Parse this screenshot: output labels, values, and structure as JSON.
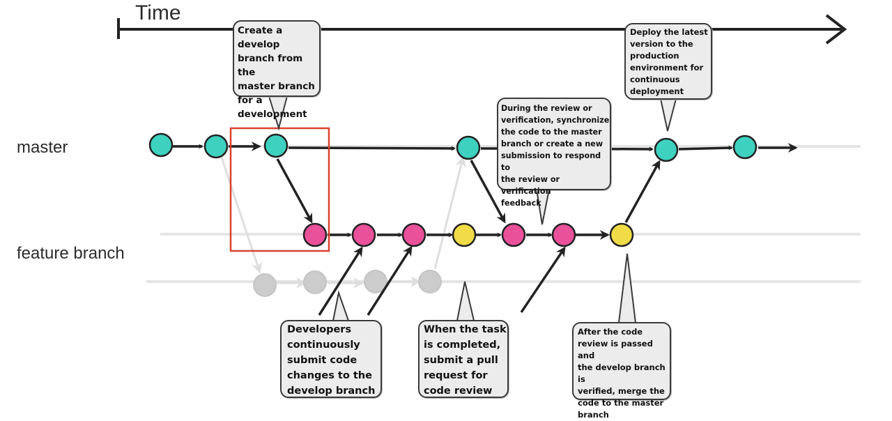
{
  "diagram": {
    "time_label": "Time",
    "lanes": {
      "master": "master",
      "feature": "feature branch"
    },
    "callouts": {
      "create_develop": "Create a develop\nbranch from the\nmaster branch\nfor a\ndevelopment",
      "deploy": "Deploy the latest\nversion to the\nproduction\nenvironment for\ncontinuous\ndeployment",
      "review_sync": "During the review or\nverification, synchronize\nthe code to the master\nbranch or create a new\nsubmission to respond to\nthe review or verification\nfeedback",
      "continuous_submit": "Developers\ncontinuously\nsubmit code\nchanges to the\ndevelop branch",
      "pull_request": "When the task\nis completed,\nsubmit a pull\nrequest for\ncode review",
      "merge": "After the code\nreview is passed and\nthe develop branch is\nverified, merge the\ncode to the master\nbranch"
    },
    "colors": {
      "master_commit": "#3fd1c0",
      "feature_commit": "#e9519a",
      "pull_request_commit": "#f0dc47",
      "faded_commit": "#cccccc",
      "highlight_box": "#d9432f",
      "line": "#222222",
      "callout_fill": "#ececec"
    }
  }
}
